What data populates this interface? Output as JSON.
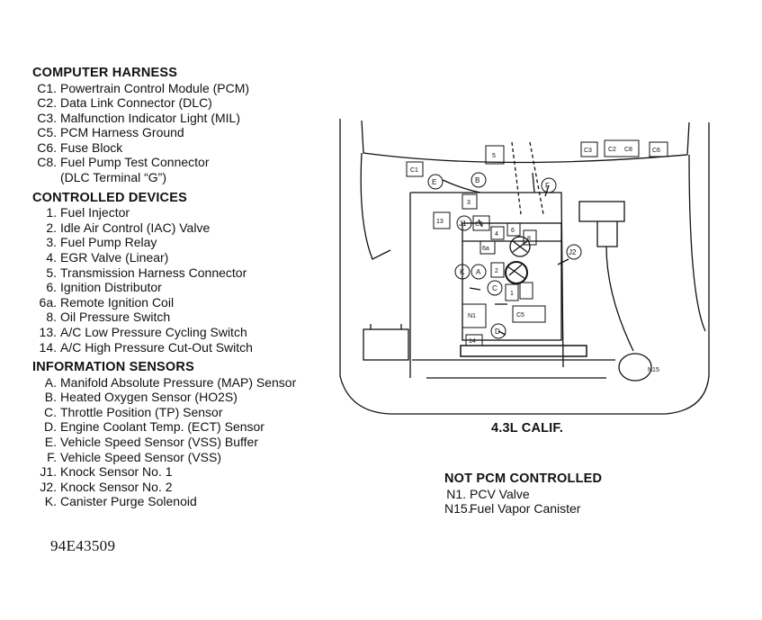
{
  "sections": [
    {
      "title": "COMPUTER HARNESS",
      "items": [
        {
          "code": "C1.",
          "label": "Powertrain Control Module (PCM)"
        },
        {
          "code": "C2.",
          "label": "Data Link Connector (DLC)"
        },
        {
          "code": "C3.",
          "label": "Malfunction Indicator Light (MIL)"
        },
        {
          "code": "C5.",
          "label": "PCM Harness Ground"
        },
        {
          "code": "C6.",
          "label": "Fuse Block"
        },
        {
          "code": "C8.",
          "label": "Fuel Pump Test Connector",
          "cont": "(DLC Terminal “G”)"
        }
      ]
    },
    {
      "title": "CONTROLLED DEVICES",
      "items": [
        {
          "code": "1.",
          "label": "Fuel Injector"
        },
        {
          "code": "2.",
          "label": "Idle Air Control (IAC) Valve"
        },
        {
          "code": "3.",
          "label": "Fuel Pump Relay"
        },
        {
          "code": "4.",
          "label": "EGR Valve (Linear)"
        },
        {
          "code": "5.",
          "label": "Transmission Harness Connector"
        },
        {
          "code": "6.",
          "label": "Ignition Distributor"
        },
        {
          "code": "6a.",
          "label": "Remote Ignition Coil"
        },
        {
          "code": "8.",
          "label": "Oil Pressure Switch"
        },
        {
          "code": "13.",
          "label": "A/C Low Pressure Cycling Switch"
        },
        {
          "code": "14.",
          "label": "A/C High Pressure Cut-Out Switch"
        }
      ]
    },
    {
      "title": "INFORMATION SENSORS",
      "items": [
        {
          "code": "A.",
          "label": "Manifold Absolute Pressure (MAP) Sensor"
        },
        {
          "code": "B.",
          "label": "Heated Oxygen Sensor (HO2S)"
        },
        {
          "code": "C.",
          "label": "Throttle Position (TP) Sensor"
        },
        {
          "code": "D.",
          "label": "Engine Coolant Temp. (ECT) Sensor"
        },
        {
          "code": "E.",
          "label": "Vehicle Speed Sensor (VSS) Buffer"
        },
        {
          "code": "F.",
          "label": "Vehicle Speed Sensor (VSS)"
        },
        {
          "code": "J1.",
          "label": "Knock Sensor No. 1"
        },
        {
          "code": "J2.",
          "label": "Knock Sensor No. 2"
        },
        {
          "code": "K.",
          "label": "Canister Purge Solenoid"
        }
      ]
    }
  ],
  "not_pcm": {
    "title": "NOT PCM CONTROLLED",
    "items": [
      {
        "code": "N1.",
        "label": "PCV Valve"
      },
      {
        "code": "N15.",
        "label": "Fuel Vapor Canister"
      }
    ]
  },
  "figure_id": "94E43509",
  "caption": "4.3L CALIF.",
  "diagram_labels": {
    "c1": "C1",
    "c2": "C2",
    "c3": "C3",
    "c5": "C5",
    "c6": "C6",
    "c8": "C8",
    "n1": "N1",
    "n15": "N15",
    "s1": "1",
    "s2": "2",
    "s3": "3",
    "s4": "4",
    "s5": "5",
    "s6": "6",
    "s6a": "6a",
    "s8": "8",
    "s13": "13",
    "s14": "14",
    "a": "A",
    "b": "B",
    "c": "C",
    "d": "D",
    "e": "E",
    "f": "F",
    "k": "K",
    "j1": "J1",
    "j2": "J2"
  }
}
